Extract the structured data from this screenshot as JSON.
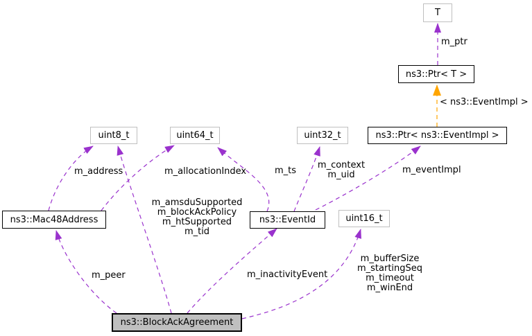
{
  "diagram": {
    "kind": "collaboration-graph",
    "colors": {
      "usage_edge": "#9a32cd",
      "template_edge": "#ffa500",
      "documented_node_border": "#000000",
      "external_node_border": "#bfbfbf",
      "focus_node_fill": "#bfbfbf"
    },
    "nodes": {
      "t": "T",
      "ptr_t": "ns3::Ptr< T >",
      "ptr_event_impl": "ns3::Ptr< ns3::EventImpl >",
      "uint8": "uint8_t",
      "uint64": "uint64_t",
      "uint32": "uint32_t",
      "mac48": "ns3::Mac48Address",
      "event_id": "ns3::EventId",
      "uint16": "uint16_t",
      "block_ack": "ns3::BlockAckAgreement"
    },
    "edge_labels": {
      "m_ptr": "m_ptr",
      "template_arg": "< ns3::EventImpl >",
      "m_event_impl": "m_eventImpl",
      "m_context_uid": "m_context\nm_uid",
      "m_ts": "m_ts",
      "m_address": "m_address",
      "m_allocation_index": "m_allocationIndex",
      "uint8_fields": "m_amsduSupported\nm_blockAckPolicy\nm_htSupported\nm_tid",
      "m_peer": "m_peer",
      "m_inactivity_event": "m_inactivityEvent",
      "uint16_fields": "m_bufferSize\nm_startingSeq\nm_timeout\nm_winEnd"
    }
  }
}
